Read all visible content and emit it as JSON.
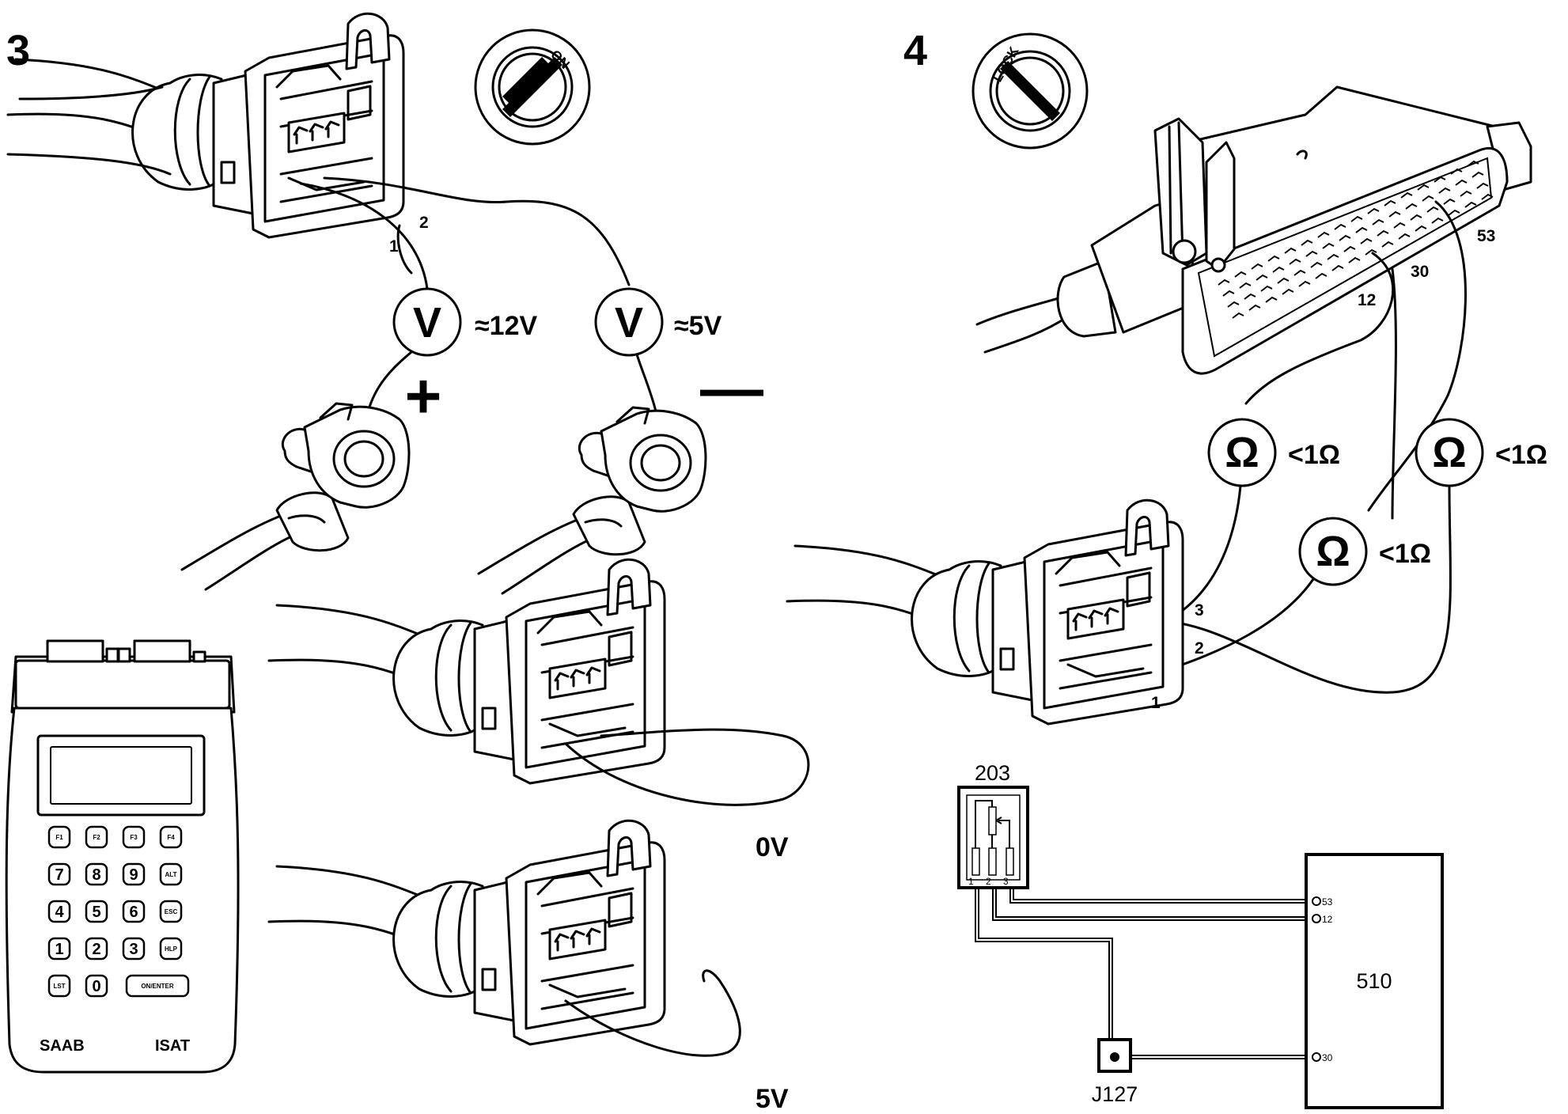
{
  "step3": {
    "number": "3",
    "ignition_label": "ON",
    "pin_labels": [
      "1",
      "2"
    ],
    "meter_left": {
      "symbol": "V",
      "reading": "≈12V",
      "probe_sign": "+"
    },
    "meter_right": {
      "symbol": "V",
      "reading": "≈5V",
      "probe_sign": "—"
    },
    "result_low": "0V",
    "result_high": "5V"
  },
  "tester": {
    "brand": "SAAB",
    "model": "ISAT",
    "keys": [
      [
        "F1",
        "F2",
        "F3",
        "F4"
      ],
      [
        "7",
        "8",
        "9",
        "ALT"
      ],
      [
        "4",
        "5",
        "6",
        "ESC"
      ],
      [
        "1",
        "2",
        "3",
        "HLP"
      ],
      [
        "LST",
        "0",
        "ON/ENTER"
      ]
    ]
  },
  "step4": {
    "number": "4",
    "ignition_label": "LOCK",
    "ecu_pin_labels": [
      "53",
      "30",
      "12"
    ],
    "connector_pin_labels": [
      "3",
      "2",
      "1"
    ],
    "ohm_symbol": "Ω",
    "ohm_reading": "<1Ω"
  },
  "schematic": {
    "component": "203",
    "component_pins": [
      "1",
      "2",
      "3"
    ],
    "ecu": "510",
    "ecu_pins": [
      "53",
      "12",
      "30"
    ],
    "junction": "J127"
  }
}
